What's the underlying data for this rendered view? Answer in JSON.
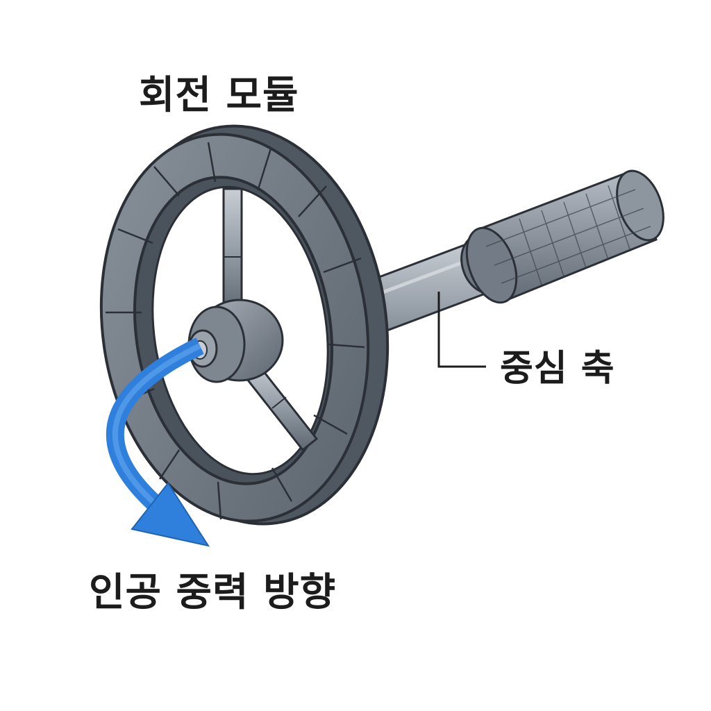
{
  "labels": {
    "rotating_module": "회전 모듈",
    "central_axis": "중심 축",
    "artificial_gravity_direction": "인공 중력 방향"
  },
  "colors": {
    "metal_dark": "#5c6470",
    "metal_mid": "#7b838e",
    "metal_light": "#aeb5bd",
    "outline": "#2b2f36",
    "arrow_blue": "#2f80dd",
    "text": "#1c1c1c"
  },
  "icons": {
    "direction_arrow": "curved-arrow-icon"
  }
}
